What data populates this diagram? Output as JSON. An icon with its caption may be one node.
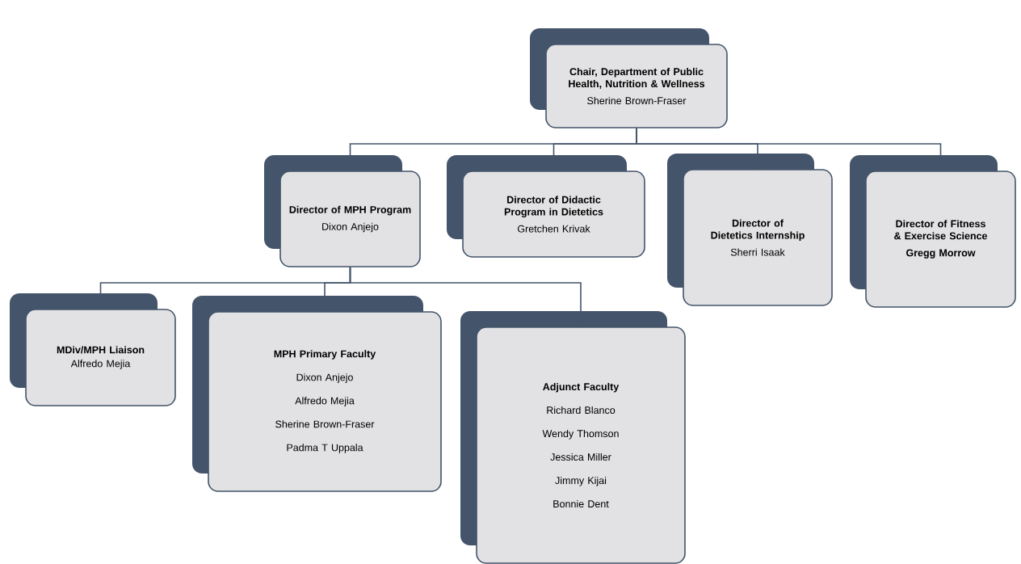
{
  "diagram": {
    "nodes": [
      {
        "text": [
          "Chair, Department of Public Health, Nutrition & Wellness",
          "Sherine Brown-Fraser"
        ]
      },
      {
        "text": [
          "Director of MPH Program",
          "Dixon Anjejo"
        ]
      },
      {
        "text": [
          "Director of Didactic Program in Dietetics",
          "Gretchen Krivak"
        ]
      },
      {
        "text": [
          "Director of Dietetics Internship",
          "Sherri Isaak"
        ]
      },
      {
        "text": [
          "Director of Fitness & Exercise Science",
          "Gregg Morrow"
        ]
      },
      {
        "text": [
          "MDiv/MPH Liaison",
          "Alfredo Mejia"
        ]
      },
      {
        "text": [
          "MPH Primary Faculty",
          "Dixon Anjejo",
          "Alfredo Mejia",
          "Sherine Brown-Fraser",
          "Padma T Uppala"
        ]
      },
      {
        "text": [
          "Adjunct Faculty",
          "Richard Blanco",
          "Wendy Thomson",
          "Jessica Miller",
          "Jimmy Kijai",
          "Bonnie Dent"
        ]
      }
    ],
    "edges": [
      {
        "from": 0,
        "to": 1,
        "arrow": "none"
      },
      {
        "from": 0,
        "to": 2,
        "arrow": "none"
      },
      {
        "from": 0,
        "to": 3,
        "arrow": "none"
      },
      {
        "from": 0,
        "to": 4,
        "arrow": "none"
      },
      {
        "from": 1,
        "to": 5,
        "arrow": "none"
      },
      {
        "from": 1,
        "to": 6,
        "arrow": "none"
      },
      {
        "from": 1,
        "to": 7,
        "arrow": "none"
      }
    ]
  }
}
